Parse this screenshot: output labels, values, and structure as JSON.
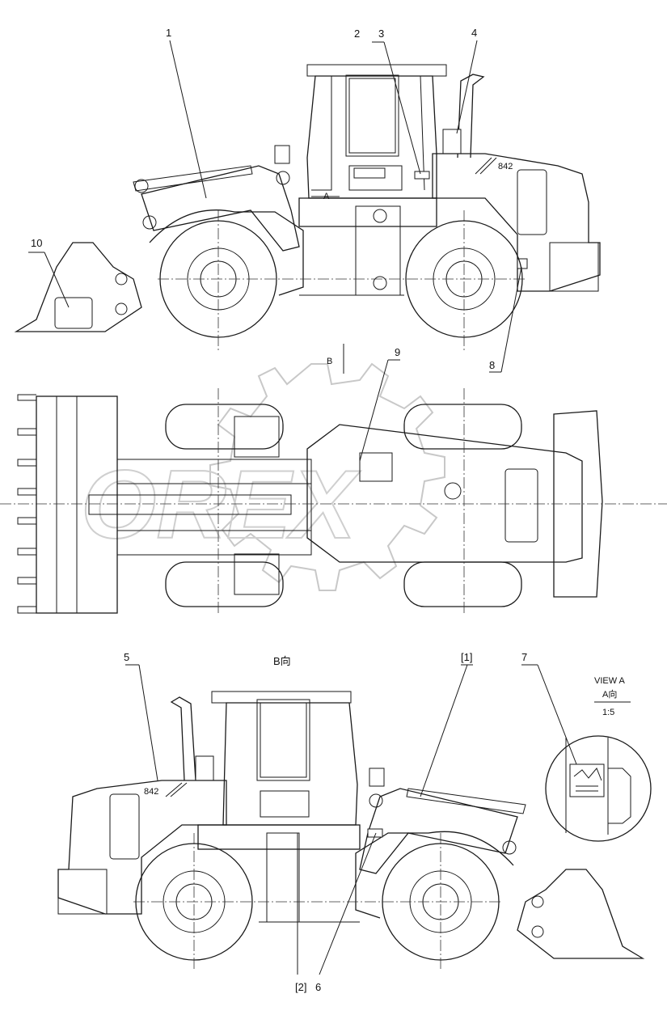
{
  "callouts": [
    "1",
    "2",
    "3",
    "4",
    "5",
    "6",
    "7",
    "8",
    "9",
    "10",
    "[1]",
    "[2]"
  ],
  "view_labels": {
    "a_mark": "A",
    "b_mark": "B",
    "b_view": "B向",
    "view_a_title": "VIEW A",
    "view_a_cn": "A向",
    "view_a_scale": "1:5"
  },
  "model_badge": "842",
  "watermark": "OREX"
}
